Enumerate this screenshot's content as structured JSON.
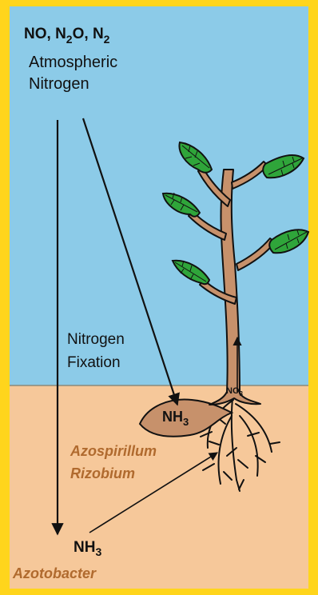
{
  "atmosphere": {
    "gases": {
      "no": "NO,",
      "n": "N",
      "two": "2",
      "o": "O,",
      "n2": "N",
      "two_b": "2"
    },
    "line1": "Atmospheric",
    "line2": "Nitrogen"
  },
  "process": {
    "line1": "Nitrogen",
    "line2": "Fixation"
  },
  "nodule": {
    "nh": "NH",
    "sub": "3"
  },
  "stem": {
    "no": "NO",
    "sub": "3"
  },
  "symbiotic_bacteria": {
    "line1": "Azospirillum",
    "line2": "Rizobium"
  },
  "free_living": {
    "nh": "NH",
    "sub": "3",
    "bacteria": "Azotobacter"
  },
  "colors": {
    "sky": "#8ccbe8",
    "soil": "#f6c89a",
    "frame": "#ffd51c",
    "stem": "#c7916b",
    "leaf": "#2fa53a",
    "label_brown": "#b06a2e"
  }
}
